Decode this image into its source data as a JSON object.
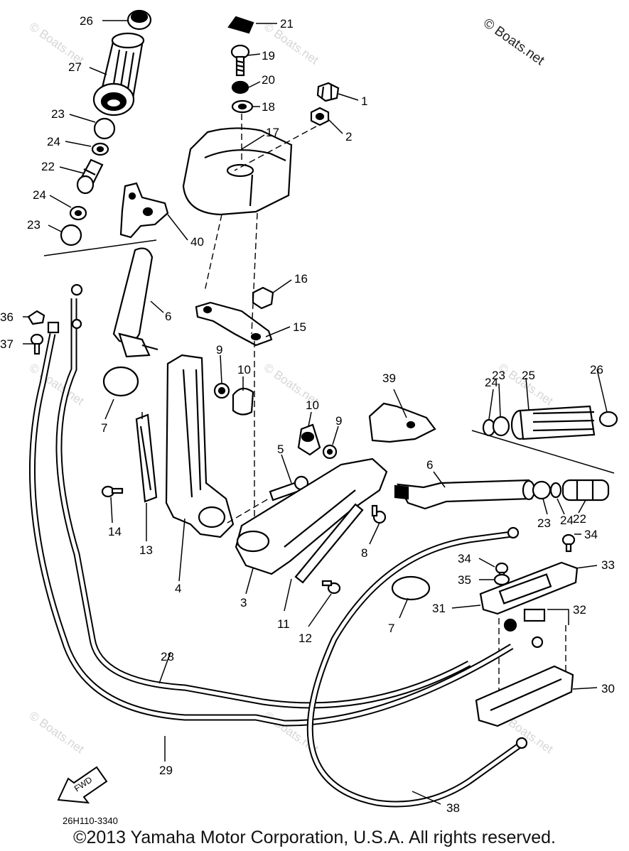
{
  "watermark": {
    "brand": "© Boats.net",
    "tile": "© Boats.net"
  },
  "drawing_code": "26H110-3340",
  "copyright": "©2013 Yamaha Motor Corporation, U.S.A. All rights reserved.",
  "fwd_label": "FWD",
  "callouts": {
    "c1": "1",
    "c2": "2",
    "c3": "3",
    "c4": "4",
    "c5": "5",
    "c6a": "6",
    "c6b": "6",
    "c7a": "7",
    "c7b": "7",
    "c8": "8",
    "c9a": "9",
    "c9b": "9",
    "c10a": "10",
    "c10b": "10",
    "c11": "11",
    "c12": "12",
    "c13": "13",
    "c14": "14",
    "c15": "15",
    "c16": "16",
    "c17": "17",
    "c18": "18",
    "c19": "19",
    "c20": "20",
    "c21": "21",
    "c22a": "22",
    "c22b": "22",
    "c23a": "23",
    "c23b": "23",
    "c23c": "23",
    "c23d": "23",
    "c24a": "24",
    "c24b": "24",
    "c24c": "24",
    "c24d": "24",
    "c25": "25",
    "c26a": "26",
    "c26b": "26",
    "c27": "27",
    "c28": "28",
    "c29": "29",
    "c30": "30",
    "c31": "31",
    "c32": "32",
    "c33": "33",
    "c34a": "34",
    "c34b": "34",
    "c35": "35",
    "c36": "36",
    "c37": "37",
    "c38": "38",
    "c39": "39",
    "c40": "40"
  }
}
